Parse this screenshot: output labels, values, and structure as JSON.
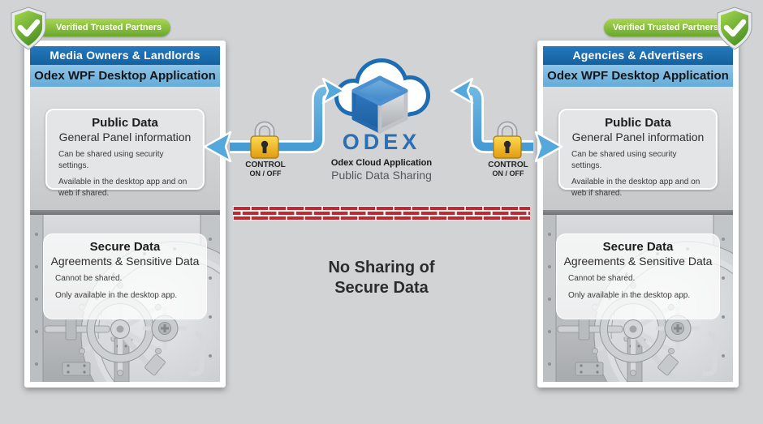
{
  "page": {
    "background": "#d1d3d5"
  },
  "badge_left": {
    "label": "Verified Trusted Partners"
  },
  "badge_right": {
    "label": "Verified Trusted Partners"
  },
  "panel_left": {
    "header": "Media Owners & Landlords",
    "subheader": "Odex WPF Desktop Application",
    "public_card": {
      "title": "Public Data",
      "subtitle": "General Panel information",
      "line1": "Can be shared using security settings.",
      "line2": "Available in the desktop app and on web if shared."
    },
    "secure_card": {
      "title": "Secure Data",
      "subtitle": "Agreements & Sensitive Data",
      "line1": "Cannot be shared.",
      "line2": "Only available in the desktop app."
    }
  },
  "panel_right": {
    "header": "Agencies & Advertisers",
    "subheader": "Odex WPF Desktop Application",
    "public_card": {
      "title": "Public Data",
      "subtitle": "General Panel information",
      "line1": "Can be shared using security settings.",
      "line2": "Available in the desktop app and on web if shared."
    },
    "secure_card": {
      "title": "Secure Data",
      "subtitle": "Agreements & Sensitive Data",
      "line1": "Cannot be shared.",
      "line2": "Only available in the desktop app."
    }
  },
  "cloud": {
    "wordmark": "ODEX",
    "caption_title": "Odex Cloud Application",
    "caption_subtitle": "Public Data Sharing"
  },
  "control_left": {
    "line1": "CONTROL",
    "line2": "ON / OFF"
  },
  "control_right": {
    "line1": "CONTROL",
    "line2": "ON / OFF"
  },
  "firewall_message": {
    "line1": "No Sharing of",
    "line2": "Secure Data"
  },
  "colors": {
    "header_blue": "#1c6fb5",
    "subheader_blue": "#77b9e2",
    "badge_green": "#76b043",
    "arrow_blue": "#55a8dc",
    "brick_red": "#c4272e",
    "odex_blue": "#2a6fb2",
    "lock_gold": "#f2b824"
  }
}
